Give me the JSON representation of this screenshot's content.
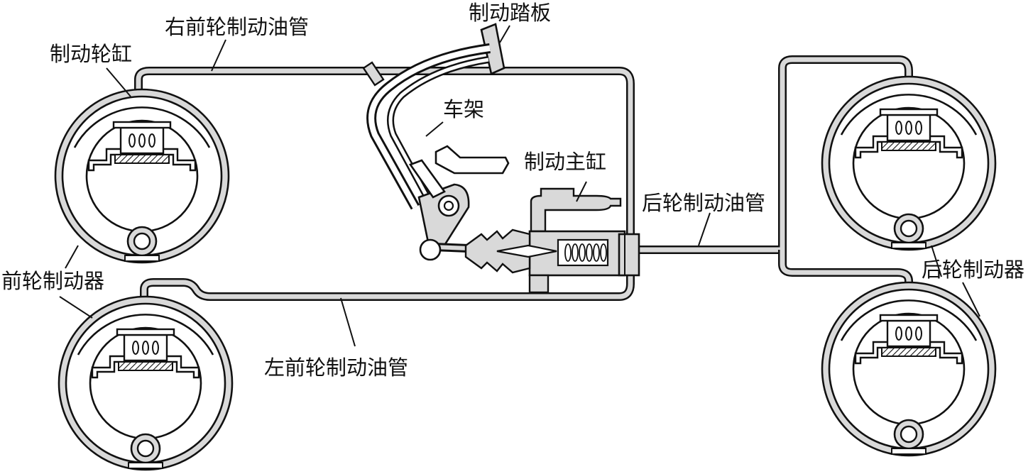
{
  "labels": {
    "right_front_pipe": "右前轮制动油管",
    "wheel_cylinder": "制动轮缸",
    "brake_pedal": "制动踏板",
    "frame": "车架",
    "master_cylinder": "制动主缸",
    "rear_pipe": "后轮制动油管",
    "front_brake": "前轮制动器",
    "left_front_pipe": "左前轮制动油管",
    "rear_brake": "后轮制动器"
  },
  "colors": {
    "line": "#111111",
    "pipe_fill": "#d9d9d9",
    "background": "#ffffff"
  }
}
